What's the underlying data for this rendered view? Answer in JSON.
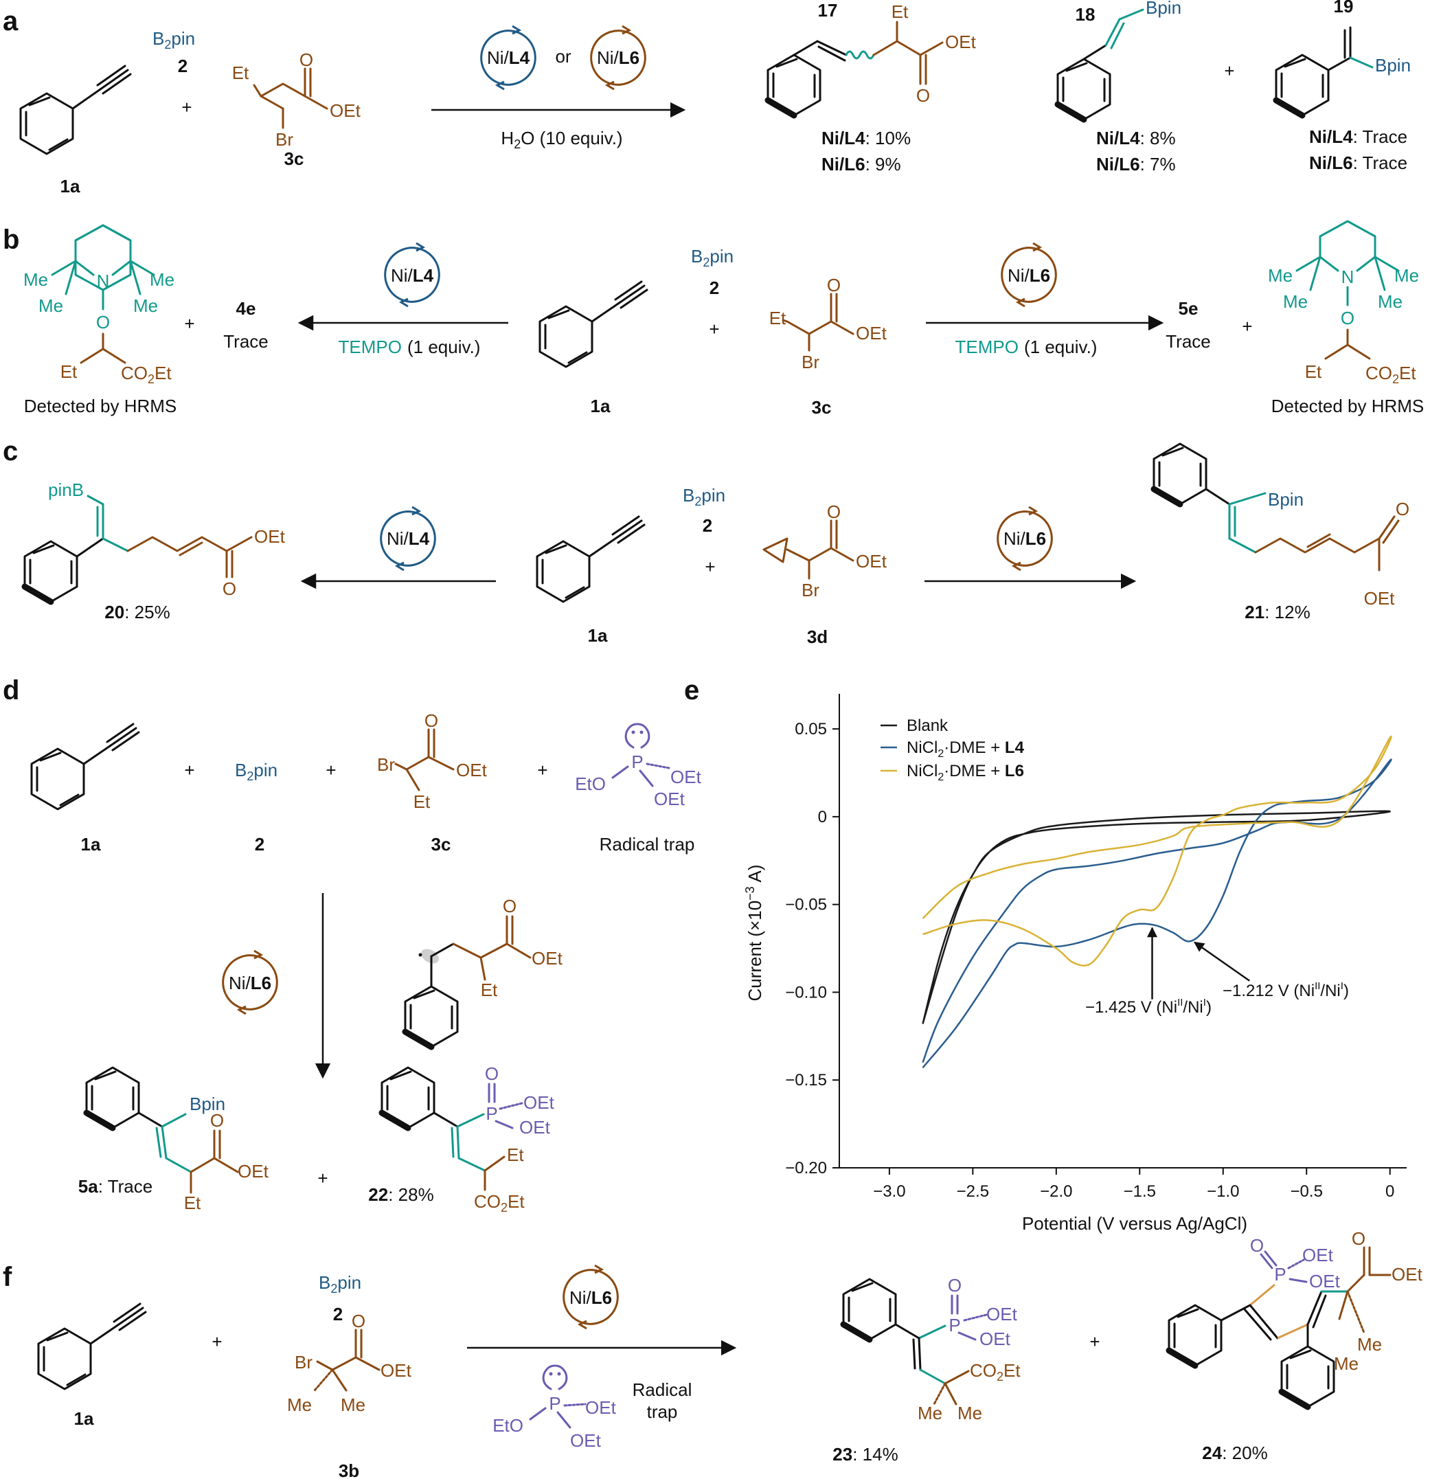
{
  "panel_labels": {
    "a": "a",
    "b": "b",
    "c": "c",
    "d": "d",
    "e": "e",
    "f": "f"
  },
  "panel_a": {
    "reagent": "2",
    "substrate": "1a",
    "bromide": "3c",
    "cat1_ni": "Ni/",
    "cat1_l": "L4",
    "or": "or",
    "cat2_ni": "Ni/",
    "cat2_l": "L6",
    "condition_h": "H",
    "condition_sub": "2",
    "condition_rest": "O (10 equiv.)",
    "p17": "17",
    "p18": "18",
    "p19": "19",
    "y17_l4_b": "Ni/L4",
    "y17_l4": ": 10%",
    "y17_l6_b": "Ni/L6",
    "y17_l6": ": 9%",
    "y18_l4_b": "Ni/L4",
    "y18_l4": ": 8%",
    "y18_l6_b": "Ni/L6",
    "y18_l6": ": 7%",
    "y19_l4_b": "Ni/L4",
    "y19_l4": ": Trace",
    "y19_l6_b": "Ni/L6",
    "y19_l6": ": Trace"
  },
  "panel_b": {
    "cat_left_ni": "Ni/",
    "cat_left_l": "L4",
    "cat_right_ni": "Ni/",
    "cat_right_l": "L6",
    "tempo": "TEMPO",
    "tempo_equiv": "(1 equiv.)",
    "prod_left": "4e",
    "trace": "Trace",
    "prod_right": "5e",
    "detected": "Detected by HRMS",
    "substrate": "1a",
    "reagent": "2",
    "bromide": "3c"
  },
  "panel_c": {
    "cat_left_ni": "Ni/",
    "cat_left_l": "L4",
    "cat_right_ni": "Ni/",
    "cat_right_l": "L6",
    "prod20": "20",
    "yield20": ": 25%",
    "prod21": "21",
    "yield21": ": 12%",
    "substrate": "1a",
    "reagent": "2",
    "bromide": "3d"
  },
  "panel_d": {
    "substrate": "1a",
    "reagent": "2",
    "bromide": "3c",
    "radical_trap": "Radical trap",
    "cat_ni": "Ni/",
    "cat_l": "L6",
    "prod5a": "5a",
    "yield5a": ": Trace",
    "prod22": "22",
    "yield22": ": 28%"
  },
  "panel_f": {
    "substrate": "1a",
    "reagent": "2",
    "bromide": "3b",
    "cat_ni": "Ni/",
    "cat_l": "L6",
    "radical": "Radical",
    "trap": "trap",
    "prod23": "23",
    "yield23": ": 14%",
    "prod24": "24",
    "yield24": ": 20%"
  },
  "chem_labels": {
    "b2pin2_b": "B",
    "b2pin2_2": "2",
    "b2pin2_pin": "pin",
    "et": "Et",
    "br": "Br",
    "o": "O",
    "oet": "OEt",
    "bpin": "Bpin",
    "pinb": "pinB",
    "me": "Me",
    "n": "N",
    "co2et_co": "CO",
    "co2et_sub": "2",
    "co2et_et": "Et",
    "p": "P",
    "eto": "EtO",
    "plus": "+"
  },
  "chart_data": {
    "type": "line",
    "xlabel": "Potential (V versus Ag/AgCl)",
    "ylabel_pre": "Current (×10",
    "ylabel_exp": "−3",
    "ylabel_post": " A)",
    "xlim": [
      -3.3,
      0.1
    ],
    "ylim": [
      -0.2,
      0.07
    ],
    "x_ticks": [
      -3.0,
      -2.5,
      -2.0,
      -1.5,
      -1.0,
      -0.5,
      0
    ],
    "x_tick_labels": [
      "−3.0",
      "−2.5",
      "−2.0",
      "−1.5",
      "−1.0",
      "−0.5",
      "0"
    ],
    "y_ticks": [
      0.05,
      0,
      -0.05,
      -0.1,
      -0.15,
      -0.2
    ],
    "y_tick_labels": [
      "0.05",
      "0",
      "−0.05",
      "−0.10",
      "−0.15",
      "−0.20"
    ],
    "legend_position": "top-left",
    "series": [
      {
        "name": "Blank",
        "color": "#1a1a1a",
        "x": [
          -2.8,
          -2.7,
          -2.6,
          -2.5,
          -2.4,
          -2.3,
          -2.2,
          -2.0,
          -1.5,
          -1.0,
          -0.5,
          0,
          -0.5,
          -1.0,
          -1.5,
          -2.0,
          -2.2,
          -2.4,
          -2.5,
          -2.6,
          -2.7,
          -2.8
        ],
        "y": [
          -0.118,
          -0.085,
          -0.055,
          -0.033,
          -0.02,
          -0.013,
          -0.01,
          -0.007,
          -0.004,
          -0.003,
          -0.002,
          0.003,
          0.002,
          0.001,
          -0.001,
          -0.005,
          -0.01,
          -0.02,
          -0.033,
          -0.052,
          -0.08,
          -0.118
        ]
      },
      {
        "name": "NiCl2·DME + L4",
        "color": "#2a5d8f",
        "x": [
          -2.8,
          -2.6,
          -2.4,
          -2.3,
          -2.25,
          -2.2,
          -2.0,
          -1.8,
          -1.6,
          -1.5,
          -1.4,
          -1.3,
          -1.2,
          -1.1,
          -1.0,
          -0.9,
          -0.8,
          -0.7,
          -0.6,
          -0.5,
          -0.3,
          -0.1,
          0,
          -0.3,
          -0.6,
          -0.7,
          -0.8,
          -1.0,
          -1.2,
          -1.4,
          -1.6,
          -1.8,
          -2.0,
          -2.1,
          -2.2,
          -2.3,
          -2.5,
          -2.7,
          -2.8
        ],
        "y": [
          -0.143,
          -0.12,
          -0.092,
          -0.077,
          -0.073,
          -0.072,
          -0.074,
          -0.07,
          -0.063,
          -0.061,
          -0.062,
          -0.066,
          -0.071,
          -0.063,
          -0.045,
          -0.02,
          -0.002,
          0.006,
          0.008,
          0.009,
          0.011,
          0.02,
          0.032,
          -0.001,
          -0.003,
          -0.004,
          -0.008,
          -0.015,
          -0.018,
          -0.021,
          -0.025,
          -0.028,
          -0.03,
          -0.034,
          -0.041,
          -0.053,
          -0.08,
          -0.115,
          -0.14
        ]
      },
      {
        "name": "NiCl2·DME + L6",
        "color": "#d9b235",
        "x": [
          -2.8,
          -2.6,
          -2.4,
          -2.2,
          -2.0,
          -1.9,
          -1.8,
          -1.7,
          -1.6,
          -1.5,
          -1.4,
          -1.3,
          -1.2,
          -1.1,
          -1.0,
          -0.9,
          -0.7,
          -0.5,
          -0.3,
          -0.1,
          0,
          -0.3,
          -0.6,
          -0.9,
          -1.2,
          -1.3,
          -1.5,
          -1.8,
          -2.0,
          -2.2,
          -2.4,
          -2.6,
          -2.8
        ],
        "y": [
          -0.067,
          -0.061,
          -0.059,
          -0.064,
          -0.075,
          -0.083,
          -0.084,
          -0.073,
          -0.058,
          -0.053,
          -0.052,
          -0.035,
          -0.01,
          -0.002,
          0.001,
          0.005,
          0.008,
          0.008,
          0.01,
          0.026,
          0.045,
          -0.002,
          -0.003,
          -0.004,
          -0.006,
          -0.011,
          -0.016,
          -0.02,
          -0.024,
          -0.027,
          -0.032,
          -0.04,
          -0.058
        ]
      }
    ],
    "annotations": [
      {
        "text_pre": "−1.425 V (Ni",
        "sup1": "II",
        "mid": "/Ni",
        "sup2": "I",
        "post": ")",
        "x": -1.425,
        "y": -0.061
      },
      {
        "text_pre": "−1.212 V (Ni",
        "sup1": "II",
        "mid": "/Ni",
        "sup2": "I",
        "post": ")",
        "x": -1.212,
        "y": -0.07
      }
    ],
    "legend_entries": [
      {
        "label": "Blank"
      },
      {
        "label_pre": "NiCl",
        "label_sub": "2",
        "label_mid": "·DME + ",
        "label_bold": "L4"
      },
      {
        "label_pre": "NiCl",
        "label_sub": "2",
        "label_mid": "·DME + ",
        "label_bold": "L6"
      }
    ]
  }
}
